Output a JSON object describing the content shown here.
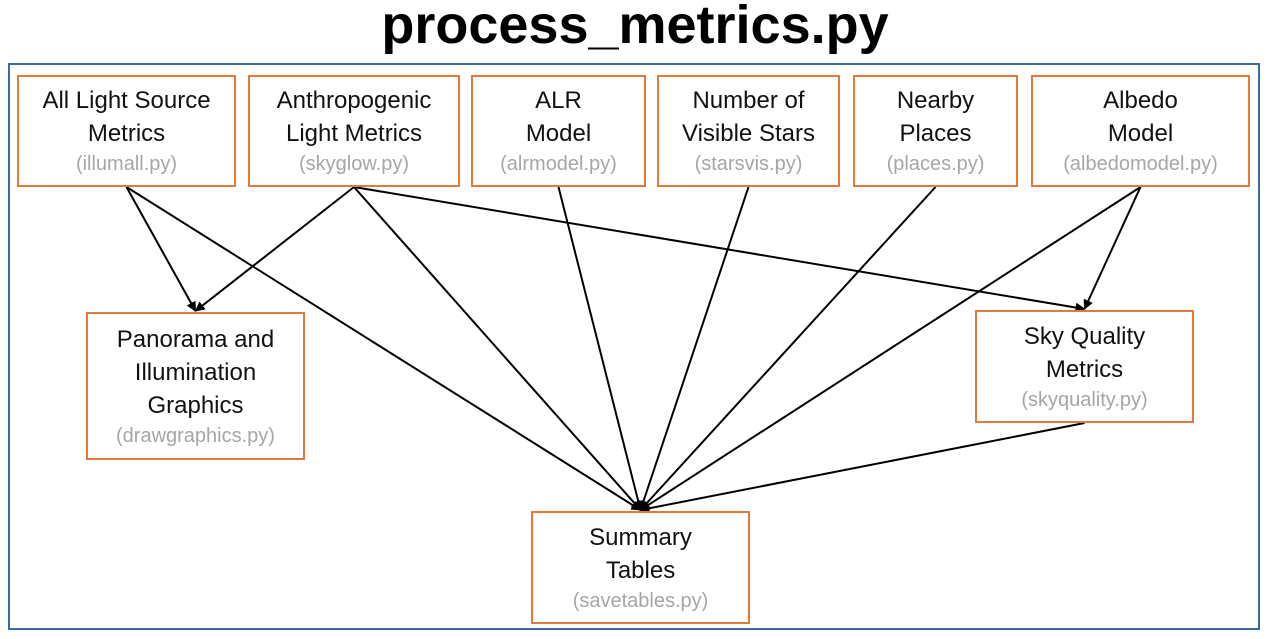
{
  "title": "process_metrics.py",
  "colors": {
    "frame_border": "#3a6aa0",
    "node_border": "#e07b3c",
    "file_text": "#a6a6a6",
    "edge": "#000000"
  },
  "nodes": {
    "illumall": {
      "line1": "All Light Source",
      "line2": "Metrics",
      "file": "(illumall.py)"
    },
    "skyglow": {
      "line1": "Anthropogenic",
      "line2": "Light Metrics",
      "file": "(skyglow.py)"
    },
    "alrmodel": {
      "line1": "ALR",
      "line2": "Model",
      "file": "(alrmodel.py)"
    },
    "starsvis": {
      "line1": "Number of",
      "line2": "Visible Stars",
      "file": "(starsvis.py)"
    },
    "places": {
      "line1": "Nearby",
      "line2": "Places",
      "file": "(places.py)"
    },
    "albedomodel": {
      "line1": "Albedo",
      "line2": "Model",
      "file": "(albedomodel.py)"
    },
    "drawgraphics": {
      "line1": "Panorama and",
      "line2": "Illumination",
      "line3": "Graphics",
      "file": "(drawgraphics.py)"
    },
    "skyquality": {
      "line1": "Sky Quality",
      "line2": "Metrics",
      "file": "(skyquality.py)"
    },
    "savetables": {
      "line1": "Summary",
      "line2": "Tables",
      "file": "(savetables.py)"
    }
  },
  "edges": [
    {
      "from": "illumall",
      "to": "drawgraphics"
    },
    {
      "from": "illumall",
      "to": "savetables"
    },
    {
      "from": "skyglow",
      "to": "drawgraphics"
    },
    {
      "from": "skyglow",
      "to": "savetables"
    },
    {
      "from": "skyglow",
      "to": "skyquality"
    },
    {
      "from": "alrmodel",
      "to": "savetables"
    },
    {
      "from": "starsvis",
      "to": "savetables"
    },
    {
      "from": "places",
      "to": "savetables"
    },
    {
      "from": "albedomodel",
      "to": "savetables"
    },
    {
      "from": "albedomodel",
      "to": "skyquality"
    },
    {
      "from": "skyquality",
      "to": "savetables"
    }
  ]
}
